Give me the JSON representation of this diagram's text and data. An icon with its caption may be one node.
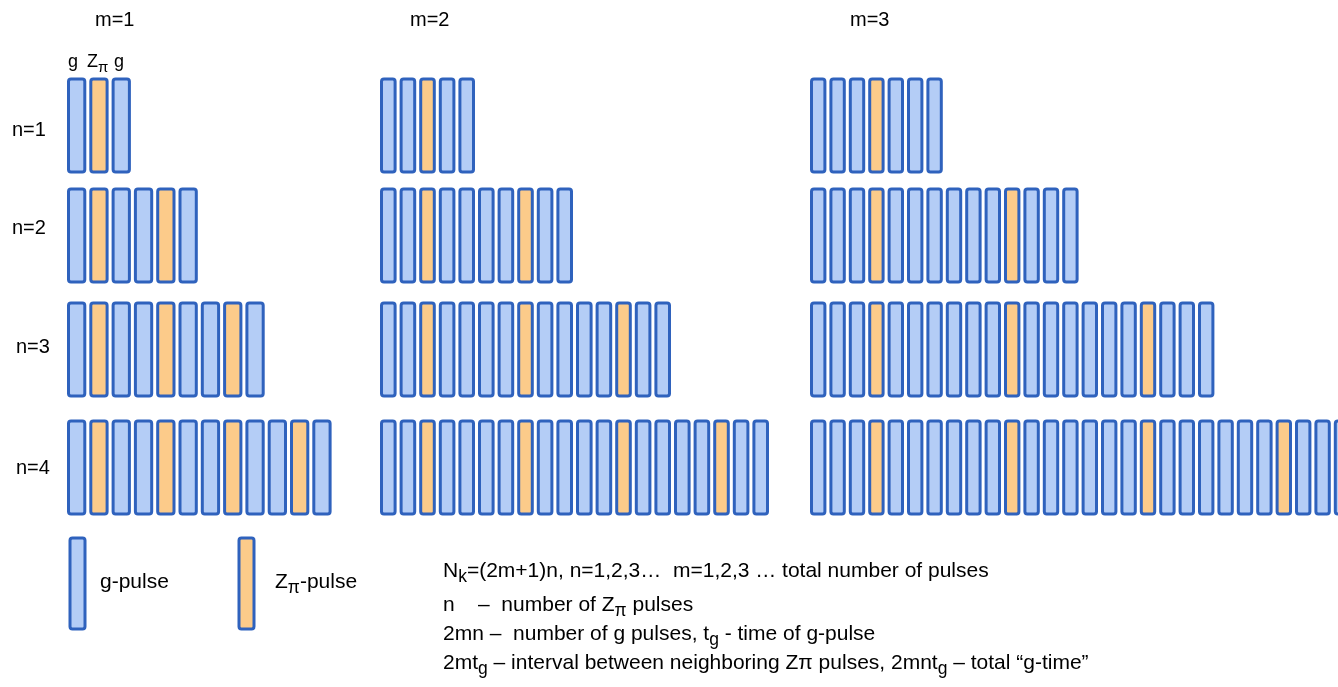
{
  "diagram": {
    "labels": [
      "m=1",
      "m=2",
      "m=3",
      "g",
      "Z$_{π}$",
      "g",
      "n=1",
      "n=2",
      "n=3",
      "n=4",
      "N$_{k}$=(2m+1)n, n=1,2,3…  m=1,2,3 … total number of pulses",
      "n    –  number of Z$_{π}$ pulses",
      "2mn –  number of g pulses, t$_{g}$ - time of g-pulse",
      "2mt$_{g}$ – interval between neighboring Zπ pulses, 2mnt$_{g}$ – total “g-time”"
    ],
    "legend": [
      {
        "text": "g-pulse",
        "color": "#b4cdf6"
      },
      {
        "text": "Z$_{π}$-pulse",
        "color": "#fccb8a"
      }
    ]
  }
}
